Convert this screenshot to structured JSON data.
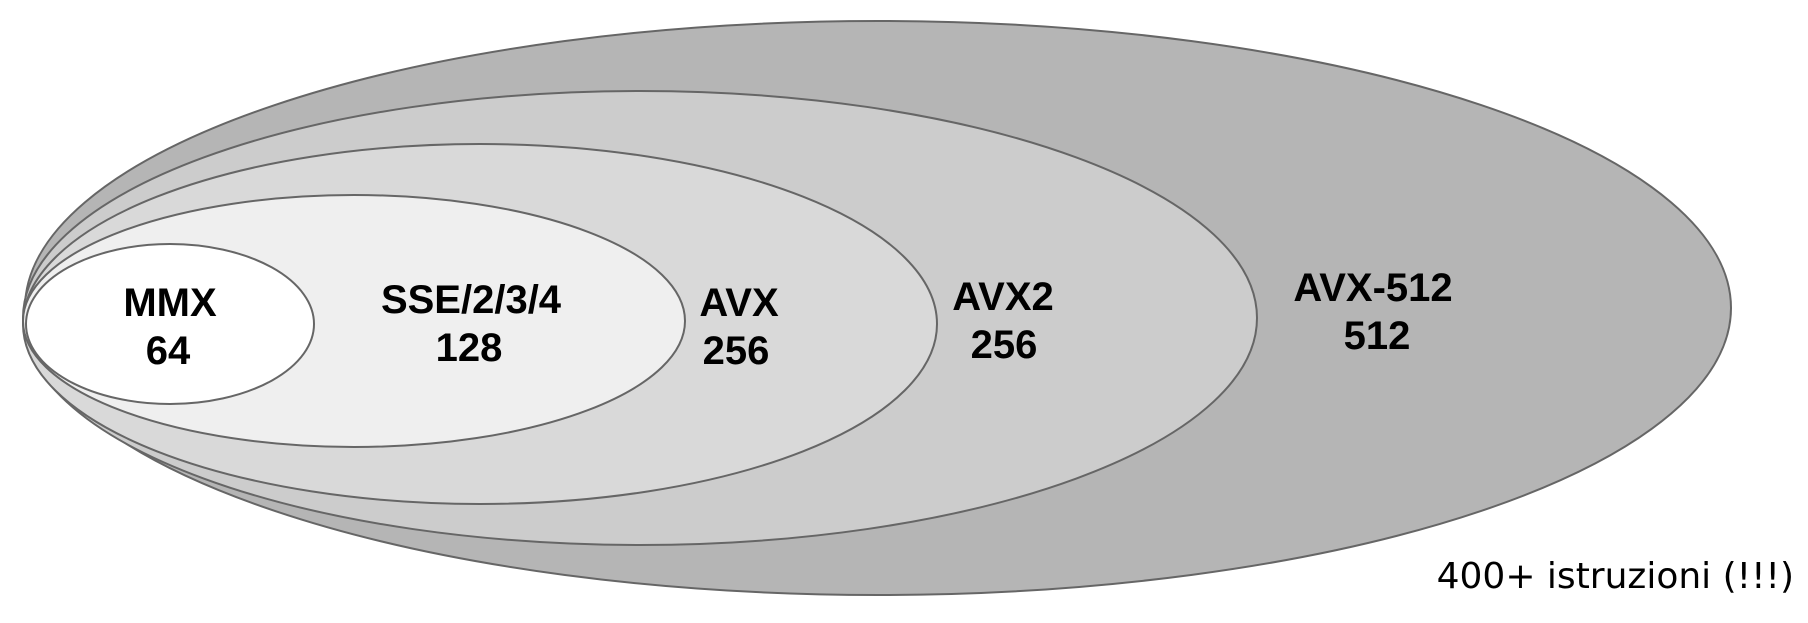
{
  "sets": [
    {
      "name": "AVX-512",
      "bits": "512",
      "fill": "#b5b5b5"
    },
    {
      "name": "AVX2",
      "bits": "256",
      "fill": "#cccccc"
    },
    {
      "name": "AVX",
      "bits": "256",
      "fill": "#d9d9d9"
    },
    {
      "name": "SSE/2/3/4",
      "bits": "128",
      "fill": "#efefef"
    },
    {
      "name": "MMX",
      "bits": "64",
      "fill": "#ffffff"
    }
  ],
  "note": "400+ istruzioni (!!!)",
  "colors": {
    "outline": "#666666",
    "text": "#000000"
  }
}
